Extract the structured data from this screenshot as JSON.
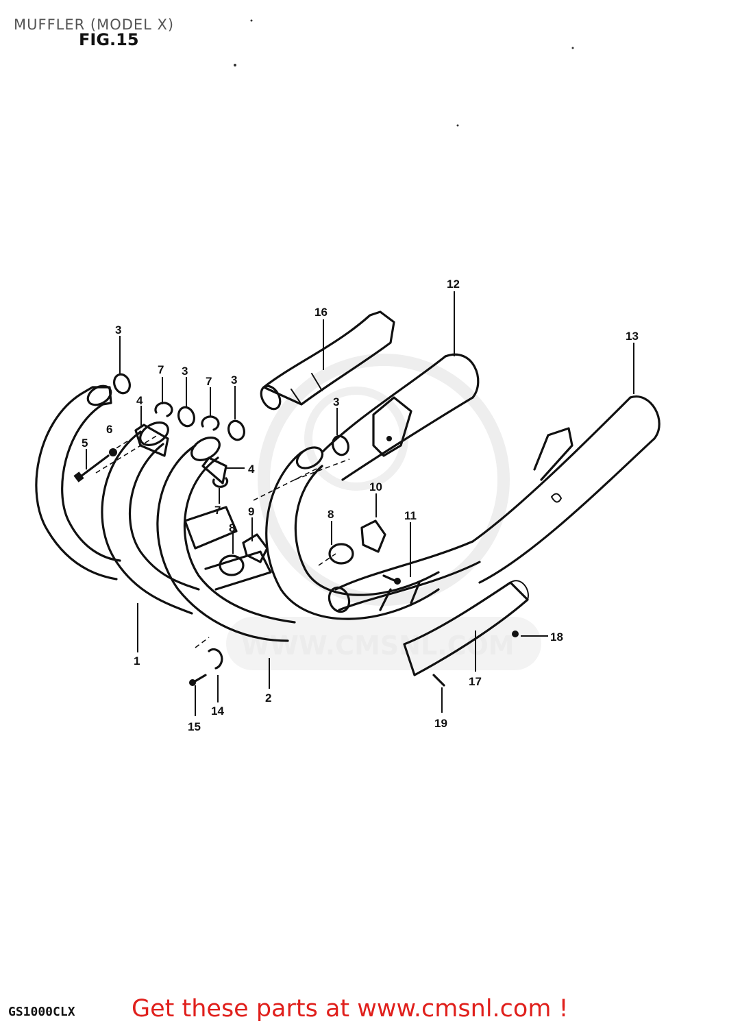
{
  "page": {
    "title": "MUFFLER (MODEL X)",
    "figure": "FIG.15",
    "model_code": "GS1000CLX",
    "promo": "Get these parts at www.cmsnl.com !"
  },
  "watermark": {
    "text": "WWW.CMSNL.COM"
  },
  "callouts": [
    {
      "id": "c1",
      "label": "1"
    },
    {
      "id": "c2",
      "label": "2"
    },
    {
      "id": "c3a",
      "label": "3"
    },
    {
      "id": "c3b",
      "label": "3"
    },
    {
      "id": "c3c",
      "label": "3"
    },
    {
      "id": "c3d",
      "label": "3"
    },
    {
      "id": "c4a",
      "label": "4"
    },
    {
      "id": "c4b",
      "label": "4"
    },
    {
      "id": "c5",
      "label": "5"
    },
    {
      "id": "c6",
      "label": "6"
    },
    {
      "id": "c7a",
      "label": "7"
    },
    {
      "id": "c7b",
      "label": "7"
    },
    {
      "id": "c7c",
      "label": "7"
    },
    {
      "id": "c8a",
      "label": "8"
    },
    {
      "id": "c8b",
      "label": "8"
    },
    {
      "id": "c9",
      "label": "9"
    },
    {
      "id": "c10",
      "label": "10"
    },
    {
      "id": "c11",
      "label": "11"
    },
    {
      "id": "c12",
      "label": "12"
    },
    {
      "id": "c13",
      "label": "13"
    },
    {
      "id": "c14",
      "label": "14"
    },
    {
      "id": "c15",
      "label": "15"
    },
    {
      "id": "c16",
      "label": "16"
    },
    {
      "id": "c17",
      "label": "17"
    },
    {
      "id": "c18",
      "label": "18"
    },
    {
      "id": "c19",
      "label": "19"
    }
  ]
}
